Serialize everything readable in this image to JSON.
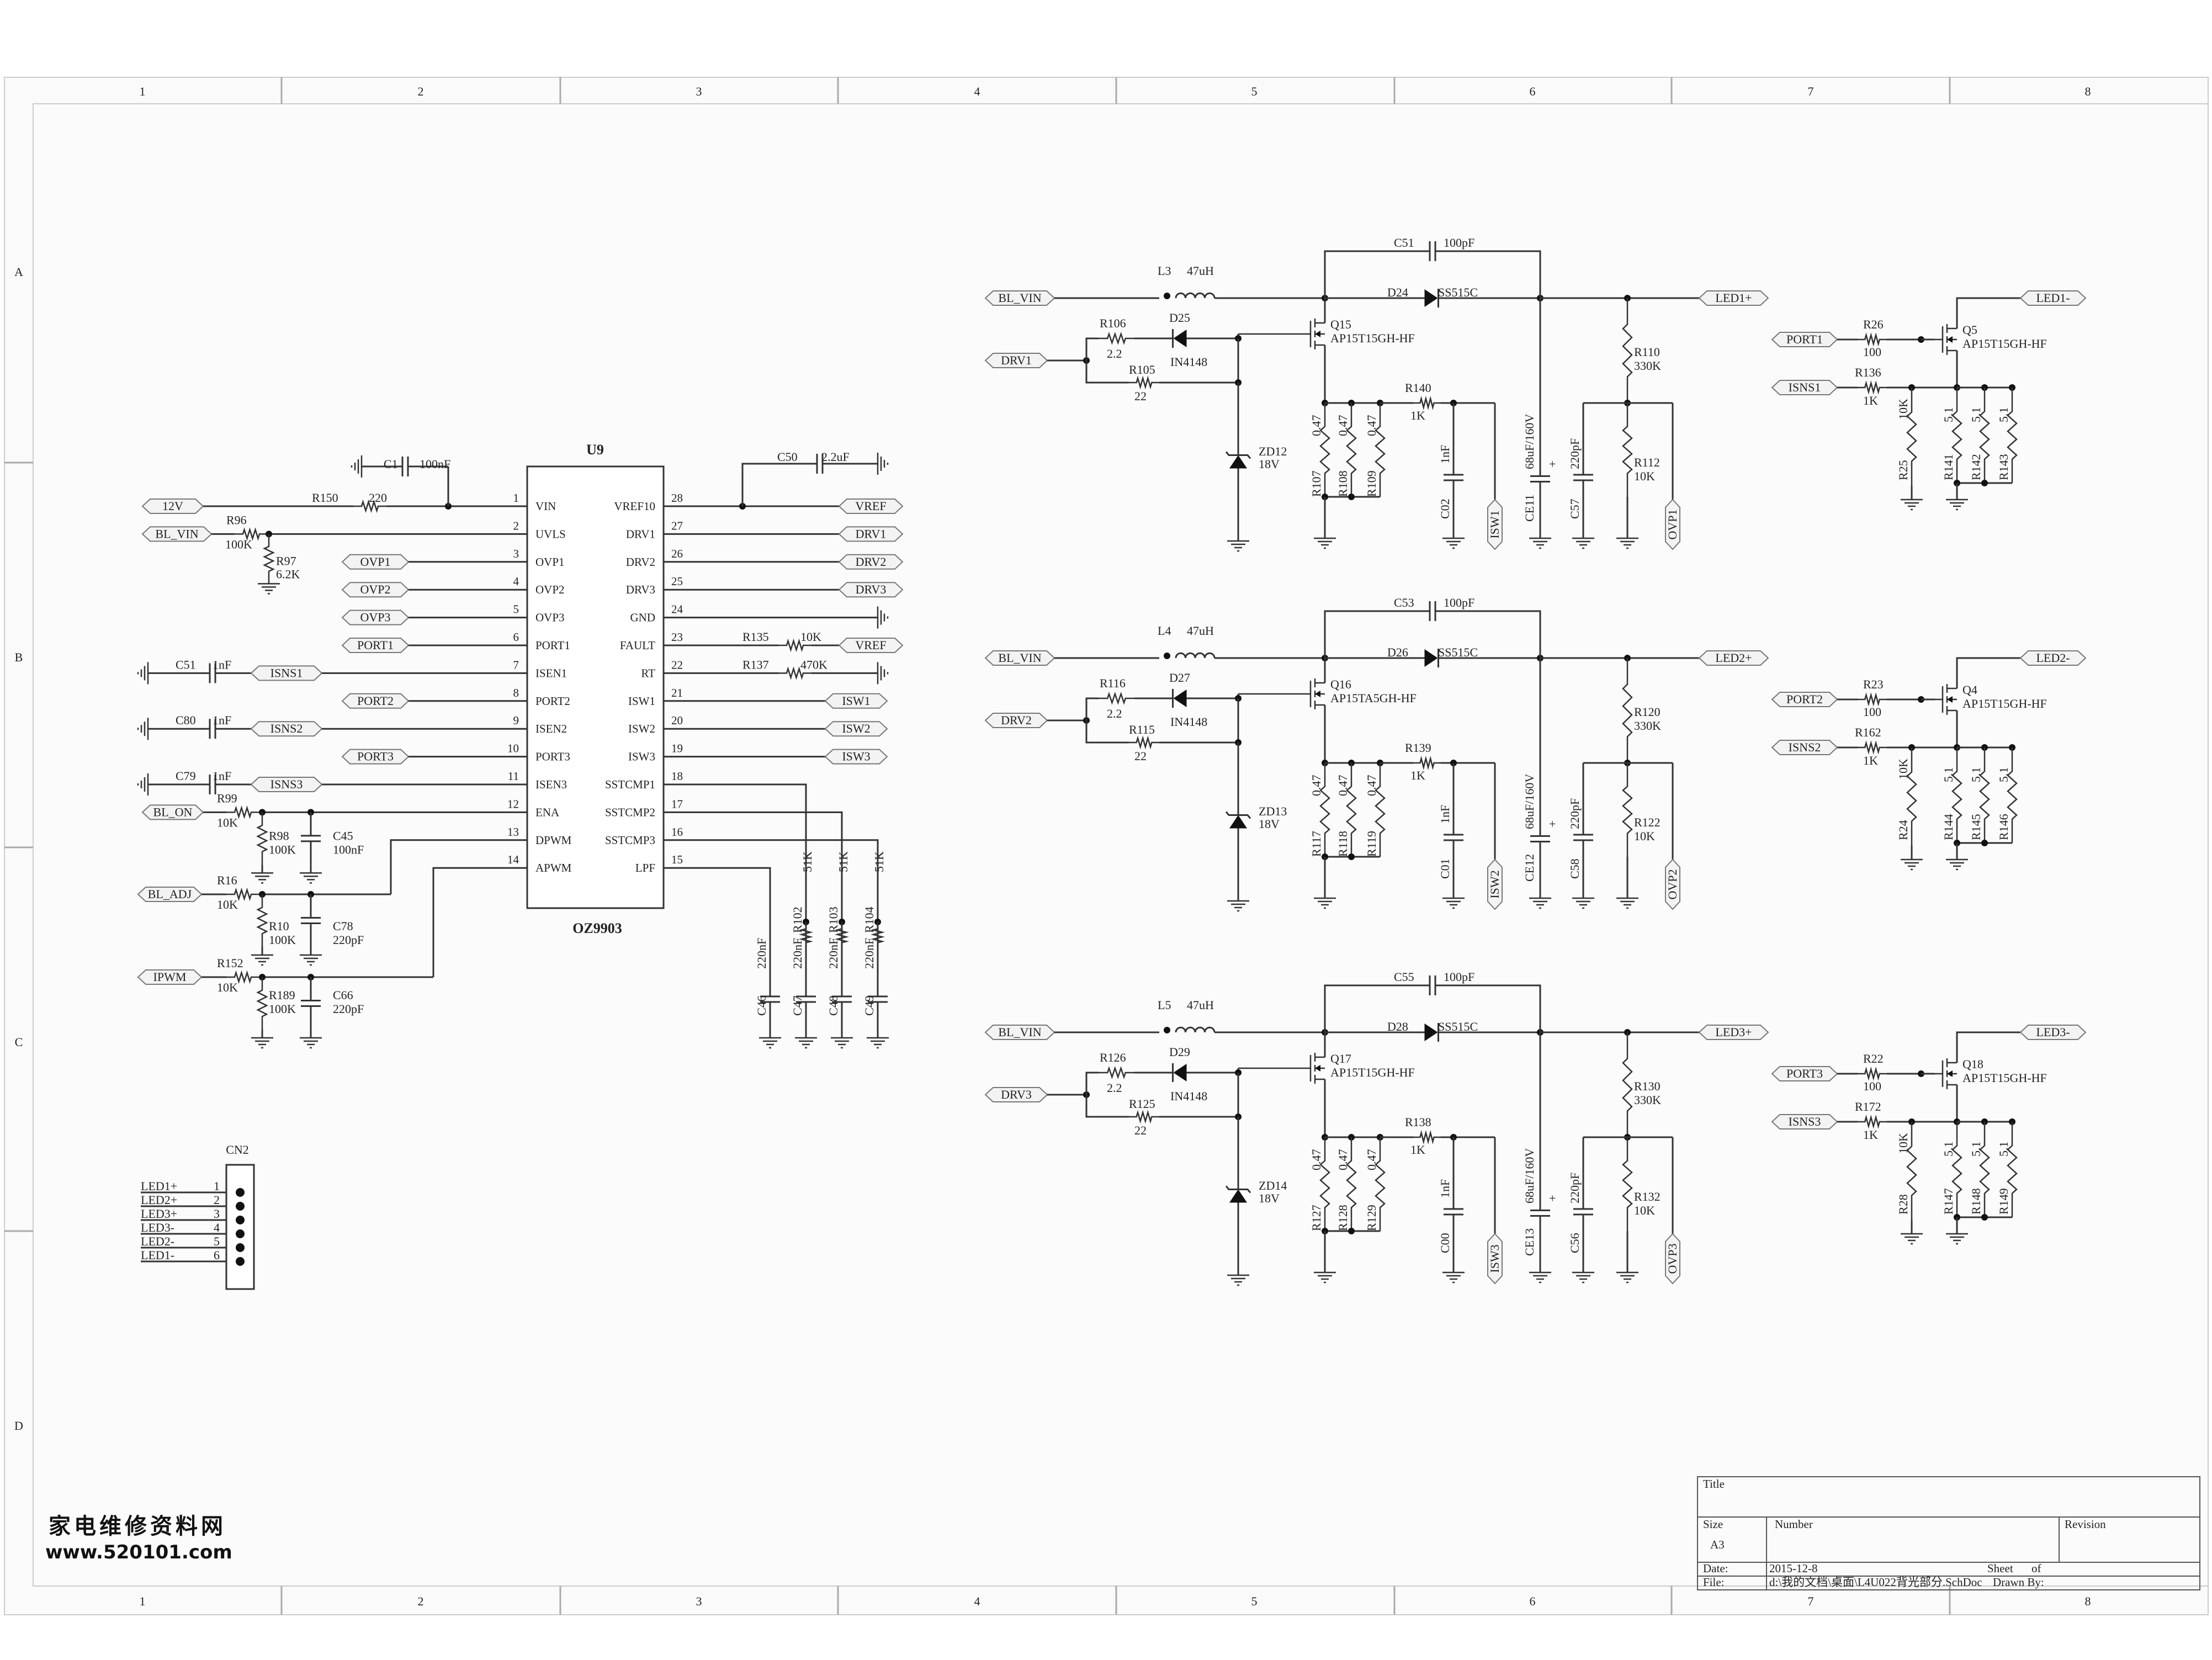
{
  "frame": {
    "col_labels": [
      "1",
      "2",
      "3",
      "4",
      "5",
      "6",
      "7",
      "8"
    ],
    "row_labels": [
      "A",
      "B",
      "C",
      "D"
    ]
  },
  "ic": {
    "ref": "U9",
    "part": "OZ9903",
    "left_pins": [
      {
        "num": "1",
        "name": "VIN"
      },
      {
        "num": "2",
        "name": "UVLS"
      },
      {
        "num": "3",
        "name": "OVP1"
      },
      {
        "num": "4",
        "name": "OVP2"
      },
      {
        "num": "5",
        "name": "OVP3"
      },
      {
        "num": "6",
        "name": "PORT1"
      },
      {
        "num": "7",
        "name": "ISEN1"
      },
      {
        "num": "8",
        "name": "PORT2"
      },
      {
        "num": "9",
        "name": "ISEN2"
      },
      {
        "num": "10",
        "name": "PORT3"
      },
      {
        "num": "11",
        "name": "ISEN3"
      },
      {
        "num": "12",
        "name": "ENA"
      },
      {
        "num": "13",
        "name": "DPWM"
      },
      {
        "num": "14",
        "name": "APWM"
      }
    ],
    "right_pins": [
      {
        "num": "28",
        "name": "VREF10"
      },
      {
        "num": "27",
        "name": "DRV1"
      },
      {
        "num": "26",
        "name": "DRV2"
      },
      {
        "num": "25",
        "name": "DRV3"
      },
      {
        "num": "24",
        "name": "GND"
      },
      {
        "num": "23",
        "name": "FAULT"
      },
      {
        "num": "22",
        "name": "RT"
      },
      {
        "num": "21",
        "name": "ISW1"
      },
      {
        "num": "20",
        "name": "ISW2"
      },
      {
        "num": "19",
        "name": "ISW3"
      },
      {
        "num": "18",
        "name": "SSTCMP1"
      },
      {
        "num": "17",
        "name": "SSTCMP2"
      },
      {
        "num": "16",
        "name": "SSTCMP3"
      },
      {
        "num": "15",
        "name": "LPF"
      }
    ]
  },
  "left_ports": {
    "v12": "12V",
    "bl_vin": "BL_VIN",
    "bl_on": "BL_ON",
    "bl_adj": "BL_ADJ",
    "ipwm": "IPWM",
    "ovp1": "OVP1",
    "ovp2": "OVP2",
    "ovp3": "OVP3",
    "port1": "PORT1",
    "port2": "PORT2",
    "port3": "PORT3",
    "isns1": "ISNS1",
    "isns2": "ISNS2",
    "isns3": "ISNS3"
  },
  "right_ports": {
    "vref": "VREF",
    "vref2": "VREF",
    "drv1": "DRV1",
    "drv2": "DRV2",
    "drv3": "DRV3",
    "isw1": "ISW1",
    "isw2": "ISW2",
    "isw3": "ISW3"
  },
  "ic_parts": {
    "c1": "C1",
    "c1_val": "100nF",
    "r150": "R150",
    "r150_val": "220",
    "r96": "R96",
    "r96_val": "100K",
    "r97": "R97",
    "r97_val": "6.2K",
    "c50": "C50",
    "c50_val": "2.2uF",
    "c51": "C51",
    "c51_val": "1nF",
    "c80": "C80",
    "c80_val": "1nF",
    "c79": "C79",
    "c79_val": "1nF",
    "r99": "R99",
    "r99_val": "10K",
    "r98": "R98",
    "r98_val": "100K",
    "c45": "C45",
    "c45_val": "100nF",
    "r16": "R16",
    "r16_val": "10K",
    "r10": "R10",
    "r10_val": "100K",
    "c78": "C78",
    "c78_val": "220pF",
    "r152": "R152",
    "r152_val": "10K",
    "r189": "R189",
    "r189_val": "100K",
    "c66": "C66",
    "c66_val": "220pF",
    "r135": "R135",
    "r135_val": "10K",
    "r137": "R137",
    "r137_val": "470K",
    "cap_val": "220nF",
    "c46": "C46",
    "c47": "C47",
    "c48": "C48",
    "c49": "C49",
    "res_val": "51K",
    "r102": "R102",
    "r103": "R103",
    "r104": "R104"
  },
  "connector": {
    "ref": "CN2",
    "pins": [
      {
        "name": "LED1+",
        "num": "1"
      },
      {
        "name": "LED2+",
        "num": "2"
      },
      {
        "name": "LED3+",
        "num": "3"
      },
      {
        "name": "LED3-",
        "num": "4"
      },
      {
        "name": "LED2-",
        "num": "5"
      },
      {
        "name": "LED1-",
        "num": "6"
      }
    ]
  },
  "channels": [
    {
      "blvin": "BL_VIN",
      "drv": "DRV1",
      "l": "L3",
      "l_val": "47uH",
      "c_top": "C51",
      "c_top_val": "100pF",
      "d": "D24",
      "d_val": "SS515C",
      "led_pos": "LED1+",
      "q": "Q15",
      "q_val": "AP15T15GH-HF",
      "ra": "R106",
      "ra_val": "2.2",
      "rb": "R105",
      "rb_val": "22",
      "dg": "D25",
      "dg_val": "IN4148",
      "zd": "ZD12",
      "zd_val": "18V",
      "rs": [
        "R107",
        "R108",
        "R109"
      ],
      "rs_val": "0.47",
      "rf": "R140",
      "rf_val": "1K",
      "cf": "C02",
      "cf_val": "1nF",
      "isw": "ISW1",
      "ce": "CE11",
      "ce_val": "68uF/160V",
      "cc": "C57",
      "cc_val": "220pF",
      "rh": "R110",
      "rh_val": "330K",
      "rl": "R112",
      "rl_val": "10K",
      "ovp": "OVP1",
      "port": "PORT1",
      "isns": "ISNS1",
      "rp": "R26",
      "rp_val": "100",
      "ri": "R136",
      "ri_val": "1K",
      "qn": "Q5",
      "qn_val": "AP15T15GH-HF",
      "led_neg": "LED1-",
      "rg": "R25",
      "rg_val": "10K",
      "rn": [
        "R141",
        "R142",
        "R143"
      ],
      "rn_val": "5.1"
    },
    {
      "blvin": "BL_VIN",
      "drv": "DRV2",
      "l": "L4",
      "l_val": "47uH",
      "c_top": "C53",
      "c_top_val": "100pF",
      "d": "D26",
      "d_val": "SS515C",
      "led_pos": "LED2+",
      "q": "Q16",
      "q_val": "AP15TA5GH-HF",
      "ra": "R116",
      "ra_val": "2.2",
      "rb": "R115",
      "rb_val": "22",
      "dg": "D27",
      "dg_val": "IN4148",
      "zd": "ZD13",
      "zd_val": "18V",
      "rs": [
        "R117",
        "R118",
        "R119"
      ],
      "rs_val": "0.47",
      "rf": "R139",
      "rf_val": "1K",
      "cf": "C01",
      "cf_val": "1nF",
      "isw": "ISW2",
      "ce": "CE12",
      "ce_val": "68uF/160V",
      "cc": "C58",
      "cc_val": "220pF",
      "rh": "R120",
      "rh_val": "330K",
      "rl": "R122",
      "rl_val": "10K",
      "ovp": "OVP2",
      "port": "PORT2",
      "isns": "ISNS2",
      "rp": "R23",
      "rp_val": "100",
      "ri": "R162",
      "ri_val": "1K",
      "qn": "Q4",
      "qn_val": "AP15T15GH-HF",
      "led_neg": "LED2-",
      "rg": "R24",
      "rg_val": "10K",
      "rn": [
        "R144",
        "R145",
        "R146"
      ],
      "rn_val": "5.1"
    },
    {
      "blvin": "BL_VIN",
      "drv": "DRV3",
      "l": "L5",
      "l_val": "47uH",
      "c_top": "C55",
      "c_top_val": "100pF",
      "d": "D28",
      "d_val": "SS515C",
      "led_pos": "LED3+",
      "q": "Q17",
      "q_val": "AP15T15GH-HF",
      "ra": "R126",
      "ra_val": "2.2",
      "rb": "R125",
      "rb_val": "22",
      "dg": "D29",
      "dg_val": "IN4148",
      "zd": "ZD14",
      "zd_val": "18V",
      "rs": [
        "R127",
        "R128",
        "R129"
      ],
      "rs_val": "0.47",
      "rf": "R138",
      "rf_val": "1K",
      "cf": "C00",
      "cf_val": "1nF",
      "isw": "ISW3",
      "ce": "CE13",
      "ce_val": "68uF/160V",
      "cc": "C56",
      "cc_val": "220pF",
      "rh": "R130",
      "rh_val": "330K",
      "rl": "R132",
      "rl_val": "10K",
      "ovp": "OVP3",
      "port": "PORT3",
      "isns": "ISNS3",
      "rp": "R22",
      "rp_val": "100",
      "ri": "R172",
      "ri_val": "1K",
      "qn": "Q18",
      "qn_val": "AP15T15GH-HF",
      "led_neg": "LED3-",
      "rg": "R28",
      "rg_val": "10K",
      "rn": [
        "R147",
        "R148",
        "R149"
      ],
      "rn_val": "5.1"
    }
  ],
  "title_block": {
    "title": "Title",
    "size": "Size",
    "size_val": "A3",
    "number": "Number",
    "revision": "Revision",
    "date": "Date:",
    "date_val": "2015-12-8",
    "sheet": "Sheet",
    "of": "of",
    "file": "File:",
    "file_val": "d:\\我的文档\\桌面\\L4U022背光部分.SchDoc",
    "drawn": "Drawn By:"
  },
  "watermark": {
    "line1": "家电维修资料网",
    "line2": "www.520101.com"
  }
}
